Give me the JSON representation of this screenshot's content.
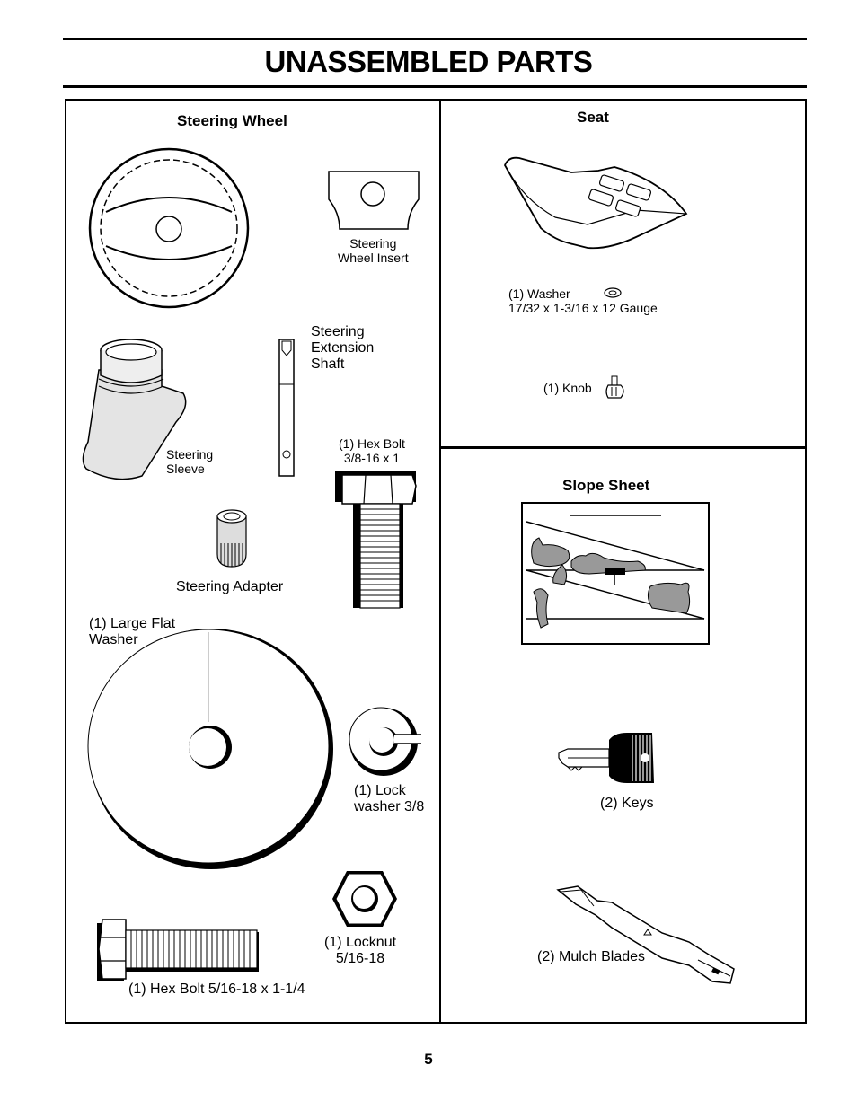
{
  "page": {
    "title": "UNASSEMBLED PARTS",
    "page_number": "5"
  },
  "steering_panel": {
    "heading": "Steering Wheel",
    "wheel_insert": [
      "Steering",
      "Wheel Insert"
    ],
    "extension_shaft": [
      "Steering",
      "Extension",
      "Shaft"
    ],
    "sleeve": [
      "Steering",
      "Sleeve"
    ],
    "hex_bolt_large": [
      "(1) Hex Bolt",
      "3/8-16 x 1"
    ],
    "adapter": "Steering Adapter",
    "large_flat_washer": [
      "(1) Large Flat",
      "Washer"
    ],
    "lock_washer": [
      "(1) Lock",
      "washer 3/8"
    ],
    "locknut": [
      "(1)  Locknut",
      "5/16-18"
    ],
    "hex_bolt_small": "(1) Hex Bolt  5/16-18 x 1-1/4"
  },
  "seat_panel": {
    "heading": "Seat",
    "washer": [
      "(1) Washer",
      "17/32 x 1-3/16 x 12 Gauge"
    ],
    "knob": "(1) Knob"
  },
  "slope_panel": {
    "heading": "Slope Sheet",
    "keys": "(2) Keys",
    "mulch_blades": "(2) Mulch Blades"
  }
}
